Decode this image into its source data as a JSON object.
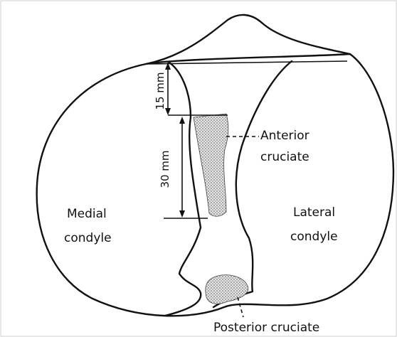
{
  "labels": {
    "dim_top": "15 mm",
    "dim_bottom": "30 mm",
    "anterior_line1": "Anterior",
    "anterior_line2": "cruciate",
    "medial_line1": "Medial",
    "medial_line2": "condyle",
    "lateral_line1": "Lateral",
    "lateral_line2": "condyle",
    "posterior": "Posterior cruciate"
  }
}
